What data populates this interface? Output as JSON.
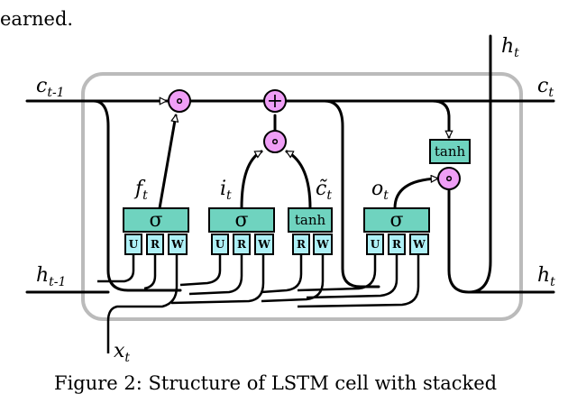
{
  "caption_fragment": "earned.",
  "labels": {
    "c_prev": "c",
    "c_prev_sub": "t-1",
    "c_next": "c",
    "c_next_sub": "t",
    "h_prev": "h",
    "h_prev_sub": "t-1",
    "h_next": "h",
    "h_next_sub": "t",
    "h_top": "h",
    "h_top_sub": "t",
    "x_in": "x",
    "x_in_sub": "t",
    "f": "f",
    "f_sub": "t",
    "i": "i",
    "i_sub": "t",
    "c_tilde": "c̃",
    "c_tilde_sub": "t",
    "o": "o",
    "o_sub": "t"
  },
  "gates": {
    "forget": "σ",
    "input": "σ",
    "candidate": "tanh",
    "output": "σ",
    "cell_tanh": "tanh"
  },
  "weights": {
    "u": "U",
    "r": "R",
    "w": "W"
  },
  "ops": {
    "multiply": "∘",
    "add": "+"
  },
  "colors": {
    "gate": "#6fd3bf",
    "weight": "#aef0f6",
    "operator": "#ef9ef6",
    "cell_border": "#bbbbbb"
  },
  "figure_caption": "Figure 2: Structure of LSTM cell with stacked"
}
